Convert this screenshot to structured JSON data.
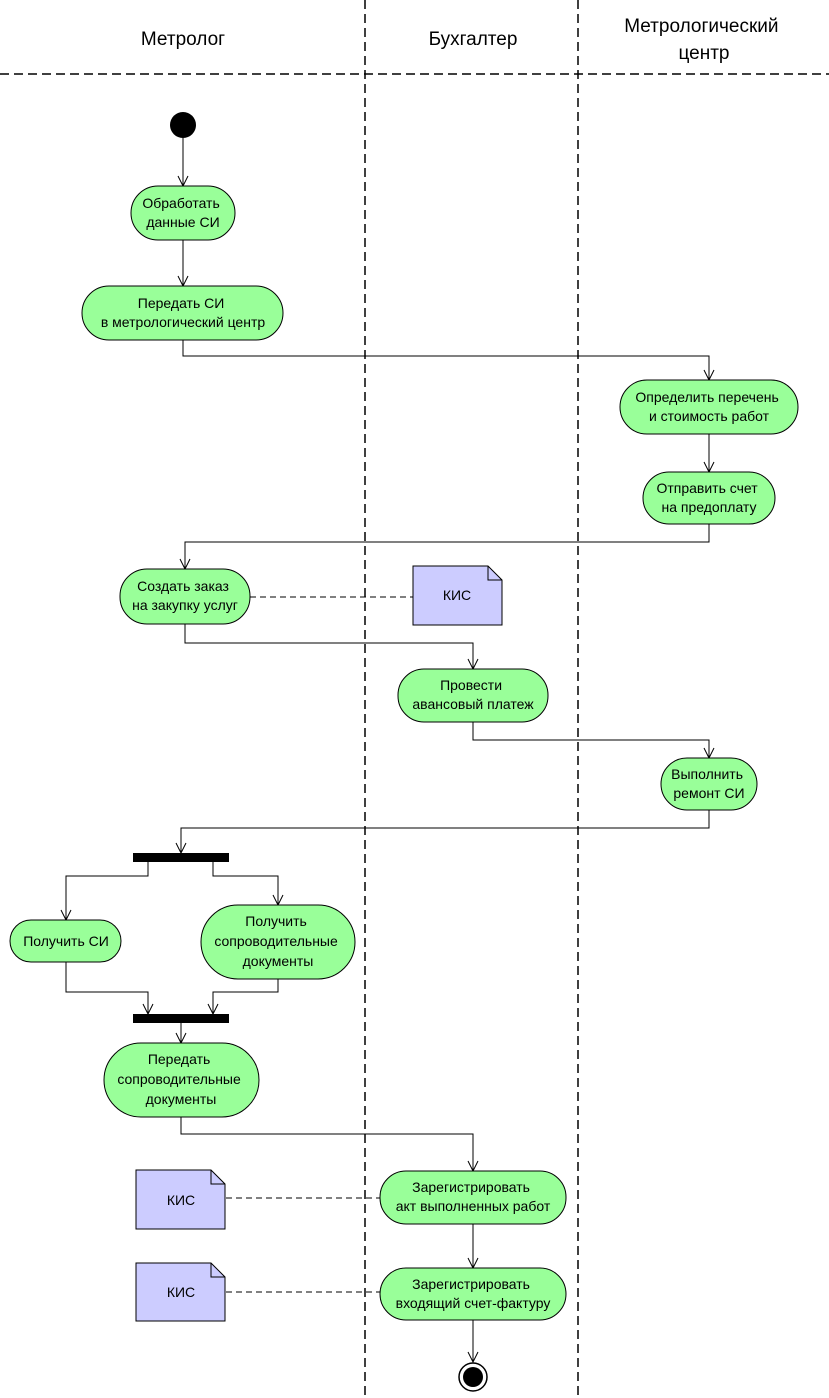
{
  "colors": {
    "action_fill": "#99FF99",
    "note_fill": "#CCCCFF",
    "line": "#000000"
  },
  "lanes": [
    {
      "title_lines": [
        "Метролог"
      ]
    },
    {
      "title_lines": [
        "Бухгалтер"
      ]
    },
    {
      "title_lines": [
        "Метрологический",
        "центр"
      ]
    }
  ],
  "actions": [
    {
      "lines": [
        "Обработать",
        "данные СИ"
      ]
    },
    {
      "lines": [
        "Передать СИ",
        "в метрологический центр"
      ]
    },
    {
      "lines": [
        "Определить перечень",
        "и стоимость работ"
      ]
    },
    {
      "lines": [
        "Отправить счет",
        "на предоплату"
      ]
    },
    {
      "lines": [
        "Создать заказ",
        "на закупку услуг"
      ]
    },
    {
      "lines": [
        "Провести",
        "авансовый платеж"
      ]
    },
    {
      "lines": [
        "Выполнить",
        "ремонт СИ"
      ]
    },
    {
      "lines": [
        "Получить СИ"
      ]
    },
    {
      "lines": [
        "Получить",
        "сопроводительные",
        "документы"
      ]
    },
    {
      "lines": [
        "Передать",
        "сопроводительные",
        "документы"
      ]
    },
    {
      "lines": [
        "Зарегистрировать",
        "акт выполненных работ"
      ]
    },
    {
      "lines": [
        "Зарегистрировать",
        "входящий счет-фактуру"
      ]
    }
  ],
  "notes": [
    {
      "text": "КИС"
    },
    {
      "text": "КИС"
    },
    {
      "text": "КИС"
    }
  ]
}
